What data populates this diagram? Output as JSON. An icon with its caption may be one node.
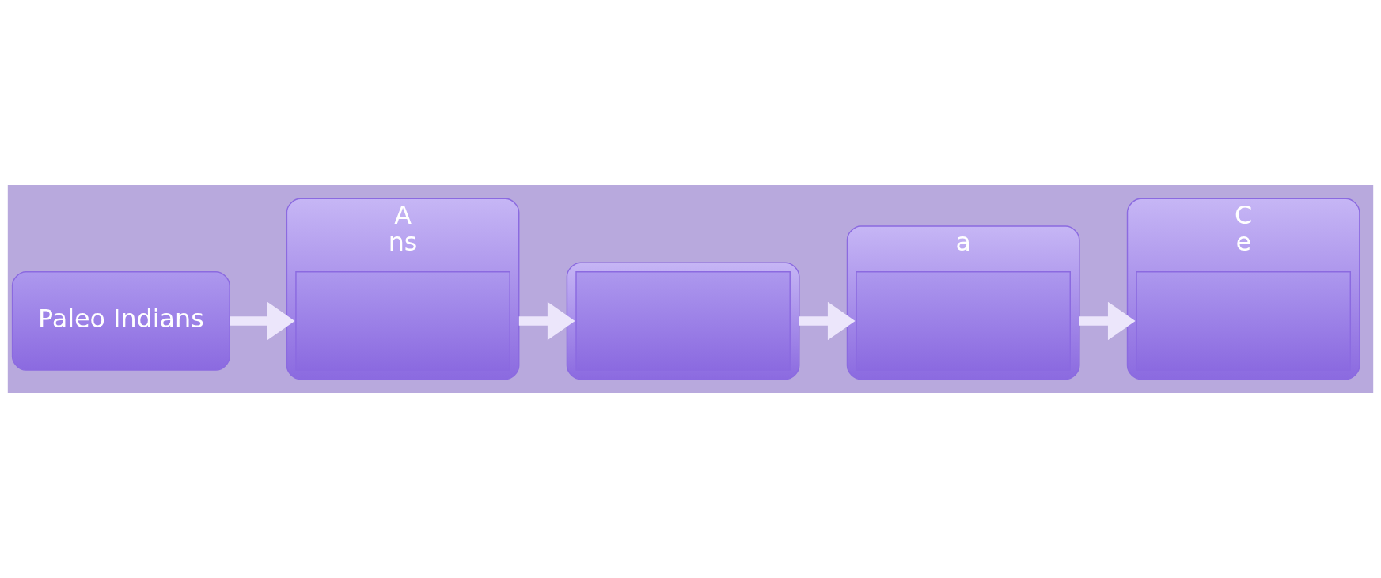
{
  "diagram": {
    "nodes": [
      {
        "text": [
          "Paleo Indians"
        ]
      },
      {
        "text": [
          "A",
          "ns"
        ]
      },
      {
        "text": [],
        "shape": "box",
        "in": 1
      },
      {
        "text": [],
        "shape": "box"
      },
      {
        "text": [],
        "shape": "box",
        "in": 3
      },
      {
        "text": [
          "C",
          "e"
        ]
      },
      {
        "text": [],
        "shape": "box",
        "in": 5
      },
      {
        "text": [
          "a"
        ]
      },
      {
        "text": [],
        "shape": "box",
        "in": 7
      }
    ],
    "edges": [
      {
        "from": 0,
        "to": 1,
        "arrow": "to"
      },
      {
        "from": 1,
        "to": 3,
        "arrow": "to"
      },
      {
        "from": 3,
        "to": 7,
        "arrow": "to"
      },
      {
        "from": 7,
        "to": 5,
        "arrow": "to"
      }
    ]
  }
}
